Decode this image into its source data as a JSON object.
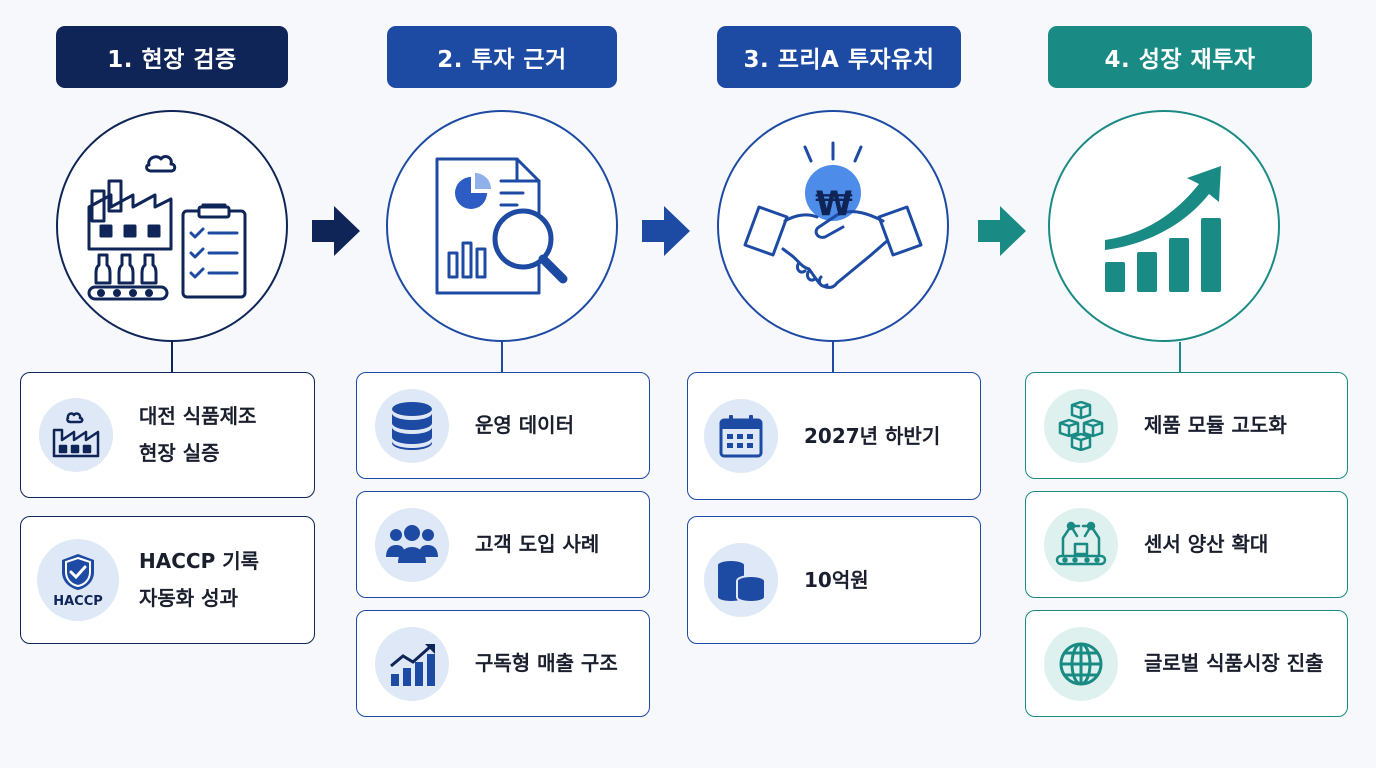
{
  "stages": [
    {
      "title": "1. 현장 검증",
      "color": "#0f2557",
      "icon": "factory-checklist-icon",
      "items": [
        {
          "icon": "factory-icon",
          "lines": [
            "대전 식품제조",
            "현장 실증"
          ]
        },
        {
          "icon": "haccp-shield-icon",
          "icon_text": "HACCP",
          "lines": [
            "HACCP 기록",
            "자동화 성과"
          ]
        }
      ]
    },
    {
      "title": "2. 투자 근거",
      "color": "#1d4aa3",
      "icon": "report-magnifier-icon",
      "items": [
        {
          "icon": "database-icon",
          "lines": [
            "운영 데이터"
          ]
        },
        {
          "icon": "customers-icon",
          "lines": [
            "고객 도입 사례"
          ]
        },
        {
          "icon": "growth-chart-icon",
          "lines": [
            "구독형 매출 구조"
          ]
        }
      ]
    },
    {
      "title": "3. 프리A 투자유치",
      "color": "#1d4aa3",
      "icon": "handshake-won-icon",
      "icon_text": "₩",
      "items": [
        {
          "icon": "calendar-icon",
          "lines": [
            "2027년 하반기"
          ]
        },
        {
          "icon": "coins-icon",
          "lines": [
            "10억원"
          ]
        }
      ]
    },
    {
      "title": "4. 성장 재투자",
      "color": "#1a8a84",
      "icon": "growth-bars-icon",
      "items": [
        {
          "icon": "modules-icon",
          "lines": [
            "제품 모듈 고도화"
          ]
        },
        {
          "icon": "robot-arm-icon",
          "lines": [
            "센서 양산 확대"
          ]
        },
        {
          "icon": "globe-icon",
          "lines": [
            "글로벌 식품시장 진출"
          ]
        }
      ]
    }
  ],
  "colors": {
    "navy": "#0f2557",
    "blue": "#1d4aa3",
    "teal": "#1a8a84",
    "icon_bg_blue": "#dfe8f7",
    "icon_bg_teal": "#dff1ee"
  }
}
